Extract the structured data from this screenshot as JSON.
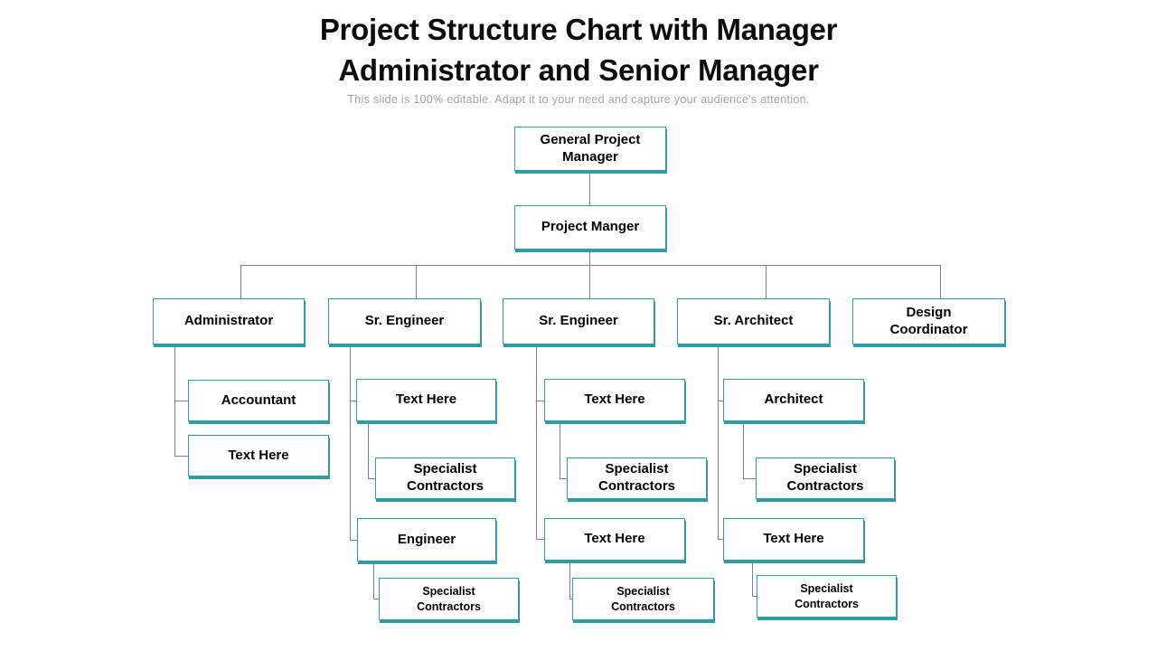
{
  "slide": {
    "title_line1": "Project Structure Chart with Manager",
    "title_line2": "Administrator and Senior Manager",
    "subtitle": "This slide is 100% editable. Adapt it to your need and capture your audience's attention."
  },
  "colors": {
    "box_border": "#2d9ca7",
    "connector": "#7f7f7f",
    "title_text": "#0d0d0d",
    "subtitle_text": "#a3a3a3",
    "box_text": "#000000",
    "background": "#ffffff"
  },
  "nodes": {
    "general_project_manager": "General Project Manager",
    "project_manager": "Project Manger",
    "administrator": "Administrator",
    "sr_engineer_1": "Sr. Engineer",
    "sr_engineer_2": "Sr. Engineer",
    "sr_architect": "Sr. Architect",
    "design_coordinator": "Design Coordinator",
    "accountant": "Accountant",
    "admin_text_here": "Text Here",
    "eng1_text_here": "Text Here",
    "eng1_specialist_1": "Specialist Contractors",
    "engineer": "Engineer",
    "eng1_specialist_2": "Specialist Contractors",
    "eng2_text_here_1": "Text Here",
    "eng2_specialist_1": "Specialist Contractors",
    "eng2_text_here_2": "Text Here",
    "eng2_specialist_2": "Specialist Contractors",
    "architect": "Architect",
    "arch_specialist_1": "Specialist Contractors",
    "arch_text_here": "Text Here",
    "arch_specialist_2": "Specialist Contractors"
  }
}
